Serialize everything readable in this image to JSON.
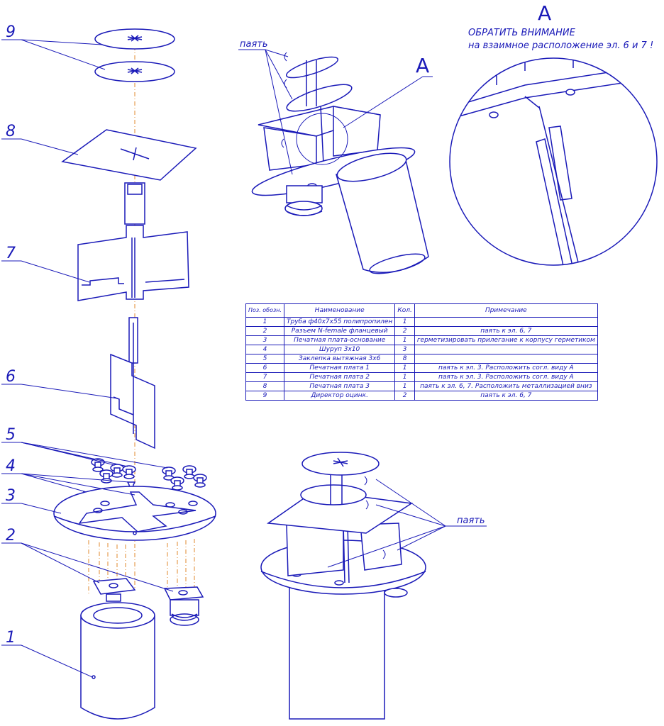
{
  "labels": {
    "pos_1": "1",
    "pos_2": "2",
    "pos_3": "3",
    "pos_4": "4",
    "pos_5": "5",
    "pos_6": "6",
    "pos_7": "7",
    "pos_8": "8",
    "pos_9": "9",
    "view_letter_top": "A",
    "view_letter_detail": "A",
    "solder_top": "паять",
    "solder_bottom": "паять"
  },
  "detail_note": {
    "line1": "ОБРАТИТЬ ВНИМАНИЕ",
    "line2": "на взаимное расположение эл. 6 и 7 !"
  },
  "table": {
    "headers": {
      "pos": "Поз. обозн.",
      "name": "Наименование",
      "qty": "Кол.",
      "note": "Примечание"
    },
    "rows": [
      {
        "pos": "1",
        "name": "Труба ф40х7х55 полипропилен",
        "qty": "1",
        "note": ""
      },
      {
        "pos": "2",
        "name": "Разъем N-female фланцевый",
        "qty": "2",
        "note": "паять к эл. 6, 7"
      },
      {
        "pos": "3",
        "name": "Печатная плата-основание",
        "qty": "1",
        "note": "герметизировать прилегание к корпусу герметиком"
      },
      {
        "pos": "4",
        "name": "Шуруп 3х10",
        "qty": "3",
        "note": ""
      },
      {
        "pos": "5",
        "name": "Заклепка вытяжная 3х6",
        "qty": "8",
        "note": ""
      },
      {
        "pos": "6",
        "name": "Печатная плата 1",
        "qty": "1",
        "note": "паять к эл. 3. Расположить согл. виду А"
      },
      {
        "pos": "7",
        "name": "Печатная плата 2",
        "qty": "1",
        "note": "паять к эл. 3. Расположить согл. виду А"
      },
      {
        "pos": "8",
        "name": "Печатная плата 3",
        "qty": "1",
        "note": "паять к эл. 6, 7. Расположить металлизацией вниз"
      },
      {
        "pos": "9",
        "name": "Директор оцинк.",
        "qty": "2",
        "note": "паять к эл. 6, 7"
      }
    ]
  }
}
